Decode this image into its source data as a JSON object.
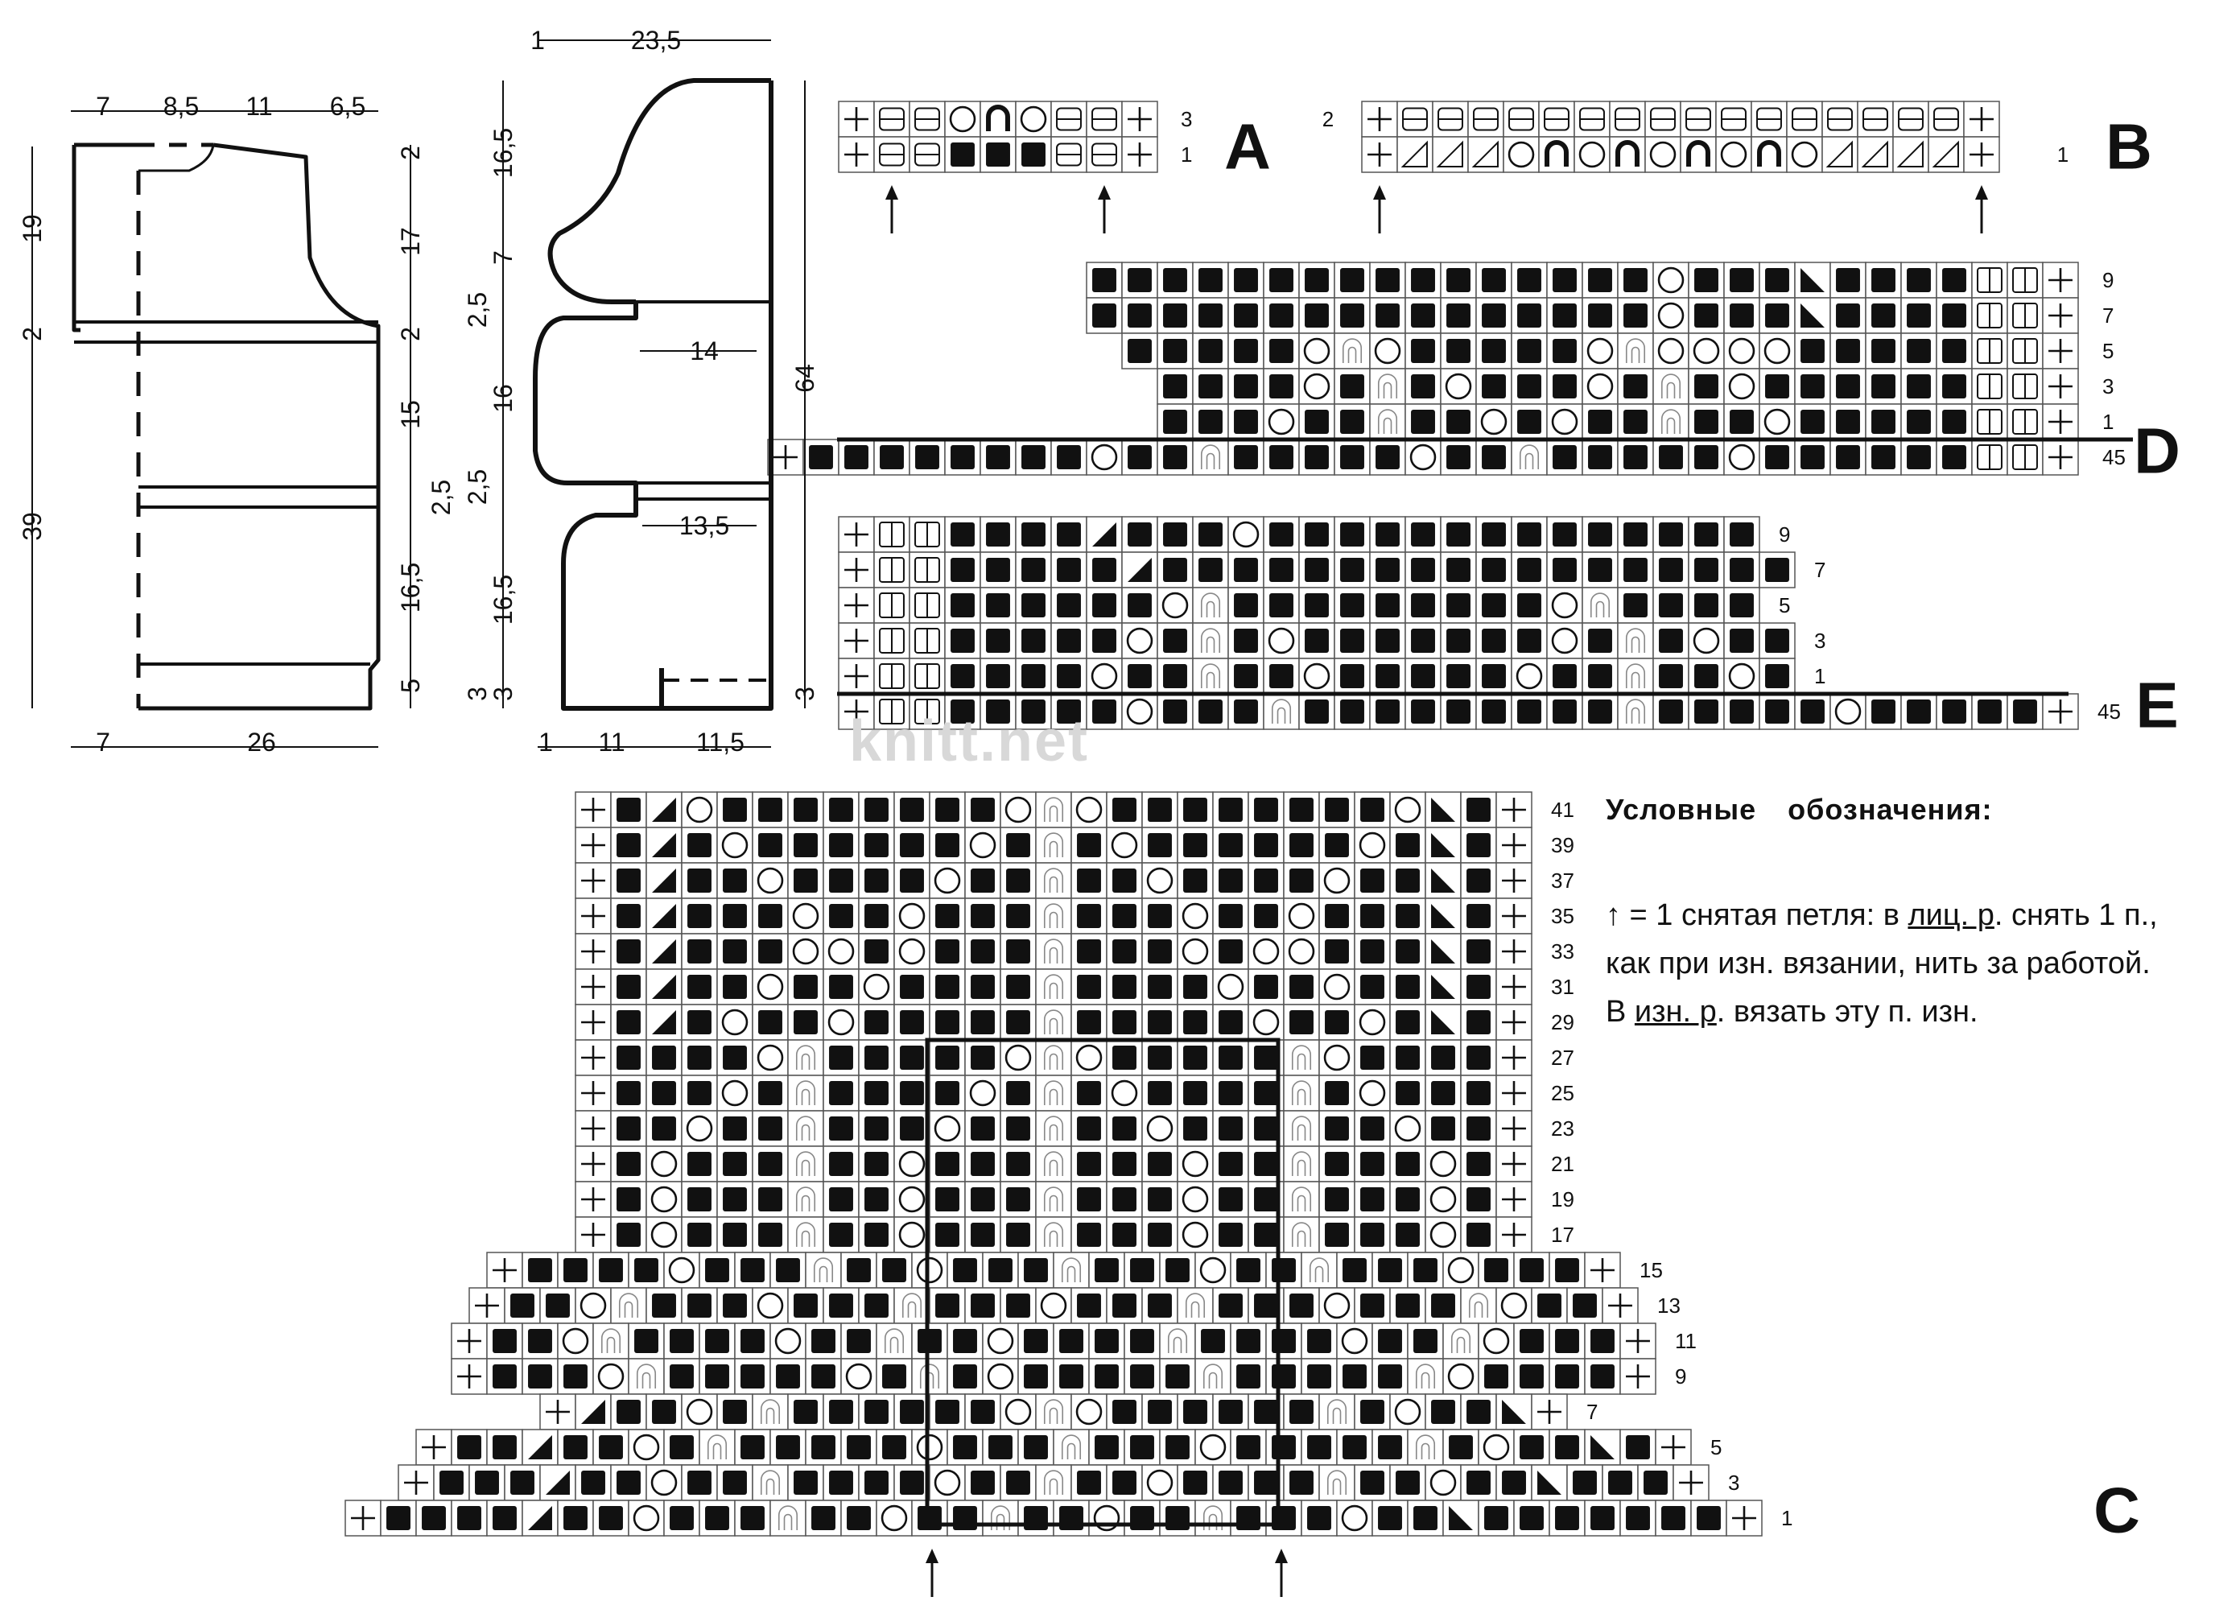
{
  "colors": {
    "ink": "#111111",
    "grid": "#555555",
    "watermark": "#d8d8d8"
  },
  "watermark": "knitt.net",
  "legend": {
    "title": "Условные обозначения:",
    "arrow": "↑",
    "t1": " = 1 снятая петля: в ",
    "u1": "лиц. р",
    "t2": ". снять 1 п., как при изн. вязании, нить за работой. В ",
    "u2": "изн. р",
    "t3": ". вязать эту п. изн."
  },
  "schematics": {
    "front": {
      "top": [
        "7",
        "8,5",
        "11",
        "6,5"
      ],
      "bottom": [
        "7",
        "26"
      ],
      "left": [
        "19",
        "2",
        "39"
      ],
      "right": [
        "2",
        "17",
        "2",
        "15",
        "2,5",
        "16,5",
        "5"
      ]
    },
    "sleeve": {
      "top": [
        "1",
        "23,5"
      ],
      "bottom": [
        "1",
        "11",
        "11,5"
      ],
      "left": [
        "16,5",
        "7",
        "2,5",
        "16",
        "2,5",
        "16,5",
        "3",
        "3"
      ],
      "inner": [
        "14",
        "13,5"
      ],
      "right": [
        "64",
        "3"
      ]
    }
  },
  "charts": {
    "A": {
      "letter": "A",
      "row_numbers": [
        "3",
        "1"
      ],
      "rows": [
        "+==oUo==+",
        "+==###==+"
      ],
      "arrow_cols": [
        1,
        7
      ]
    },
    "B": {
      "letter": "B",
      "left_number": "2",
      "right_number": "1",
      "rows": [
        "+================+",
        "+tttoUoUoUoUotttt+"
      ],
      "arrow_cols": [
        0,
        17
      ]
    },
    "D": {
      "letter": "D",
      "row_numbers": [
        "9",
        "7",
        "5",
        "3",
        "1",
        "45"
      ],
      "rows": [
        "################o###\\####||+",
        "################o###\\####||+",
        "#####oho#####ohoooo#####||+",
        "####o#h#o###o#h#o######||+",
        "###o##h##o#o##h##o#####||+",
        "+########o##h#####o##h#####o######||+"
      ]
    },
    "E": {
      "letter": "E",
      "row_numbers": [
        "9",
        "7",
        "5",
        "3",
        "1",
        "45"
      ],
      "rows": [
        "+||####/###o##############",
        "+||#####/##################",
        "+||######oh#########oh####",
        "+||#####o#h#o#######o#h#o##",
        "+||####o##h##o#####o##h##o#",
        "+||#####o###h#########h#####o#####+"
      ]
    },
    "C": {
      "letter": "C",
      "row_numbers": [
        "41",
        "39",
        "37",
        "35",
        "33",
        "31",
        "29",
        "27",
        "25",
        "23",
        "21",
        "19",
        "17",
        "15",
        "13",
        "11",
        "9",
        "7",
        "5",
        "3",
        "1"
      ],
      "rows": [
        "+#/o########oho########o\\#+",
        "+#/#o######o#h#o######o#\\#+",
        "+#/##o####o##h##o####o##\\#+",
        "+#/###o##o###h###o##o###\\#+",
        "+#/###oo#o###h###o#oo###\\#+",
        "+#/##o##o####h####o##o##\\#+",
        "+#/#o##o#####h#####o##o#\\#+",
        "+####oh#####oho#####ho####+",
        "+###o#h####o#h#o####h#o###+",
        "+##o##h###o##h##o###h##o##+",
        "+#o###h##o###h###o##h###o#+",
        "+#o###h##o###h###o##h###o#+",
        "+#o###h##o###h###o##h###o#+",
        "+####o###h##o###h###o##h###o###+",
        "+##oh###o###h###o###h###o###ho##+",
        "+##oh####o##h##o####h####o##ho###+",
        "+###oh#####o#h#o#####h#####ho####+",
        "+/##o#h######oho######h#o##\\+",
        "+##/##o#h#####o###h###o#####h#o##\\#+",
        "+###/##o##h####o##h##o####h##o##\\###+",
        "+####/##o###h##o##h##o##h###o##\\#######+"
      ]
    }
  }
}
